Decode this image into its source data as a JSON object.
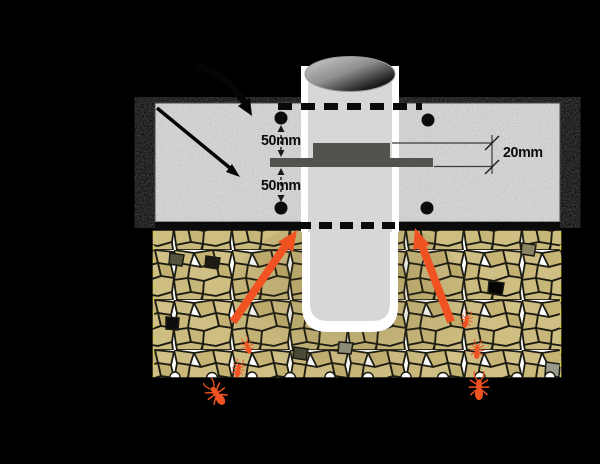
{
  "diagram_type": "construction-section-pipe-penetration-termite-collar",
  "labels": {
    "cover_above": "50mm",
    "cover_below": "50mm",
    "collar_height": "20mm"
  },
  "icons": {
    "termite": "termite-icon",
    "curved_callout": "curved-arrow-icon",
    "diagonal_callout": "diagonal-arrow-icon",
    "termite_path": "orange-up-arrow-icon"
  },
  "colors": {
    "background": "#000000",
    "concrete": "#d6d6d6",
    "membrane": "#0a0a0a",
    "collar": "#53534d",
    "pipe": "#d7d7d7",
    "soil_cell": "#cbbb7e",
    "soil_outline": "#1b1b12",
    "alert_orange": "#f15a24"
  }
}
